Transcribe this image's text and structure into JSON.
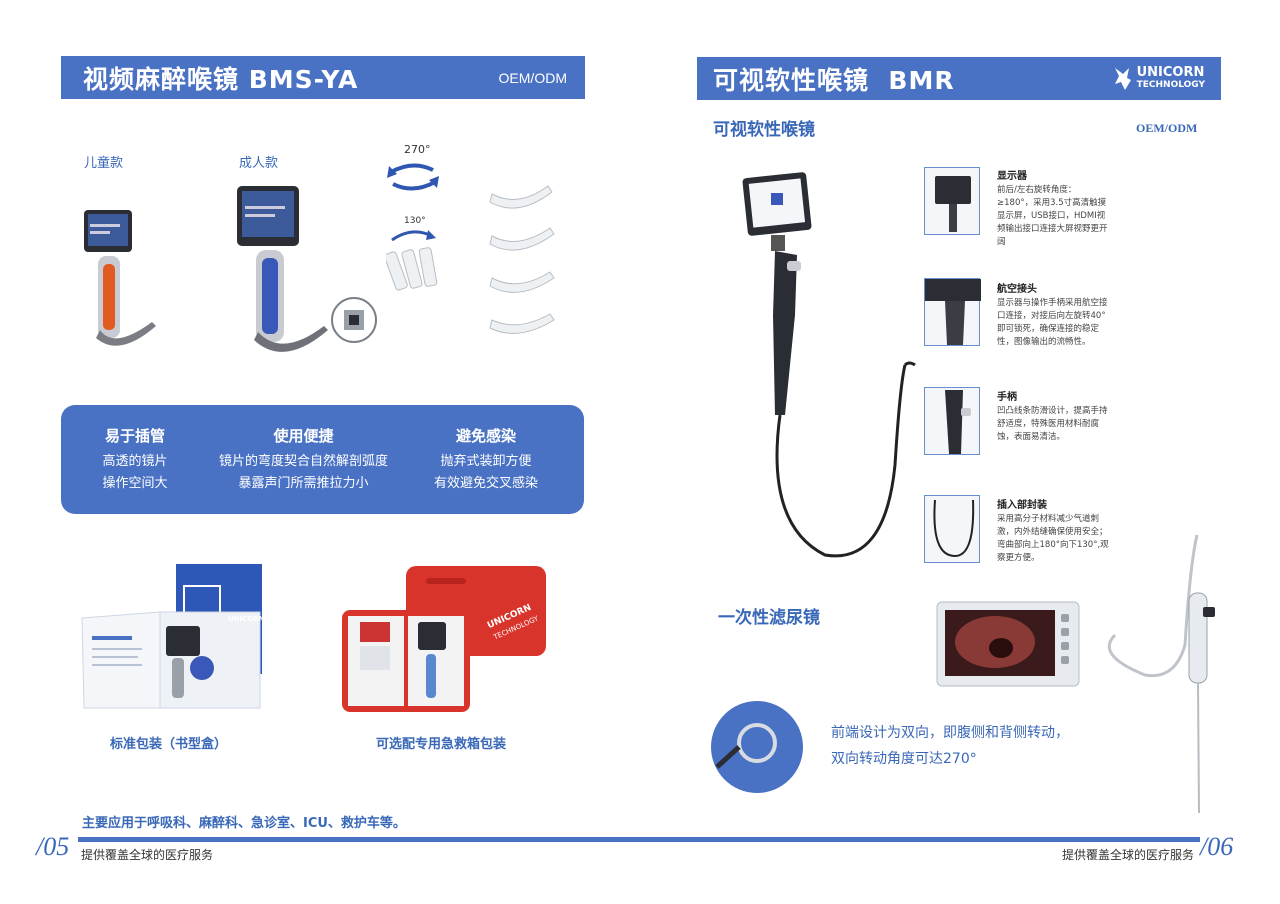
{
  "left_page": {
    "title": "视频麻醉喉镜 BMS-YA",
    "oem": "OEM/ODM",
    "kids_label": "儿童款",
    "adult_label": "成人款",
    "rotation_label_1": "270°",
    "rotation_label_2": "130°",
    "features": [
      {
        "heading": "易于插管",
        "line1": "高透的镜片",
        "line2": "操作空间大"
      },
      {
        "heading": "使用便捷",
        "line1": "镜片的弯度契合自然解剖弧度",
        "line2": "暴露声门所需推拉力小"
      },
      {
        "heading": "避免感染",
        "line1": "抛弃式装卸方便",
        "line2": "有效避免交叉感染"
      }
    ],
    "package_standard": "标准包装（书型盒）",
    "package_case": "可选配专用急救箱包装",
    "case_brand_1": "UNICORN",
    "case_brand_2": "TECHNOLOGY",
    "box_brand": "UNICORN",
    "application": "主要应用于呼吸科、麻醉科、急诊室、ICU、救护车等。",
    "page_number": "/05",
    "footer": "提供覆盖全球的医疗服务"
  },
  "right_page": {
    "title": "可视软性喉镜  BMR",
    "logo_line1": "UNICORN",
    "logo_line2": "TECHNOLOGY",
    "subtitle": "可视软性喉镜",
    "oem": "OEM/ODM",
    "specs": [
      {
        "title": "显示器",
        "text": "前后/左右旋转角度：≥180°，采用3.5寸高清触摸显示屏，USB接口，HDMI视频输出接口连接大屏视野更开阔"
      },
      {
        "title": "航空接头",
        "text": "显示器与操作手柄采用航空接口连接，对接后向左旋转40°即可锁死，确保连接的稳定性，图像输出的流畅性。"
      },
      {
        "title": "手柄",
        "text": "凹凸线条防滑设计，提高手持舒适度，特殊医用材料耐腐蚀，表面易清洁。"
      },
      {
        "title": "插入部封装",
        "text": "采用高分子材料减少气道刺激，内外结缝确保使用安全；弯曲部向上180°向下130°,观察更方便。"
      }
    ],
    "section2_title": "一次性滤尿镜",
    "tip_desc_line1": "前端设计为双向，即腹侧和背侧转动，",
    "tip_desc_line2": "双向转动角度可达270°",
    "page_number": "/06",
    "footer": "提供覆盖全球的医疗服务"
  }
}
